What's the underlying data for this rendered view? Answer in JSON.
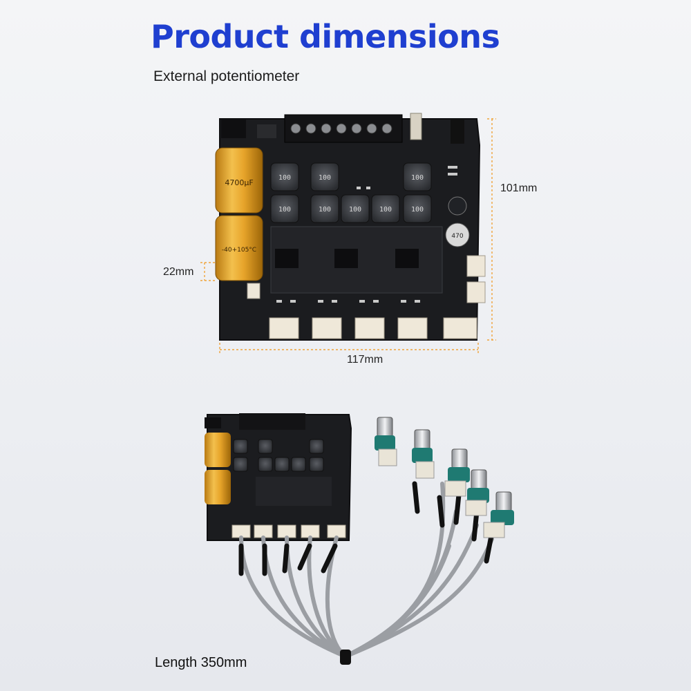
{
  "header": {
    "title": "Product dimensions",
    "subtitle": "External potentiometer"
  },
  "dimensions": {
    "height_label": "101mm",
    "width_label": "117mm",
    "capacitor_label": "22mm",
    "cable_length_label": "Length 350mm"
  },
  "colors": {
    "title": "#1f3fd0",
    "dimension_line": "#f0a43a",
    "pcb": "#1b1c1f",
    "capacitor": "#e2a126"
  },
  "board": {
    "inductor_marking": "100",
    "capacitor_marking": "4700µF",
    "capacitor_spec": "-40+105°C",
    "small_cap_marking": "470"
  }
}
